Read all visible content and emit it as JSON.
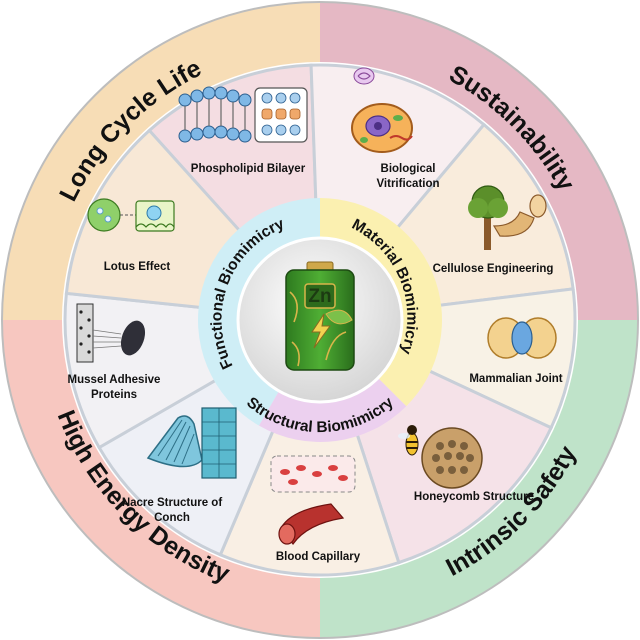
{
  "outer_ring": [
    {
      "label": "Long Cycle Life",
      "color": "#f7ddb6"
    },
    {
      "label": "Sustainability",
      "color": "#e5b8c4"
    },
    {
      "label": "Intrinsic Safety",
      "color": "#bfe3c9"
    },
    {
      "label": "High Energy Density",
      "color": "#f7c7c0"
    }
  ],
  "segments": [
    {
      "label": "Phospholipid Bilayer",
      "color": "#f4dde2"
    },
    {
      "label": "Biological Vitrification",
      "color": "#f8eef0"
    },
    {
      "label": "Cellulose Engineering",
      "color": "#f9ecdc"
    },
    {
      "label": "Mammalian Joint",
      "color": "#f8f2e6"
    },
    {
      "label": "Honeycomb Structure",
      "color": "#f5e2e8"
    },
    {
      "label": "Blood Capillary",
      "color": "#f9efe4"
    },
    {
      "label": "Nacre Structure of Conch",
      "color": "#eef0f6"
    },
    {
      "label": "Mussel Adhesive Proteins",
      "color": "#f2f1f4"
    },
    {
      "label": "Lotus Effect",
      "color": "#f8e8d6"
    }
  ],
  "inner_ring": [
    {
      "label": "Functional Biomimicry",
      "color": "#cfeef6"
    },
    {
      "label": "Material Biomimicry",
      "color": "#fbf0b0"
    },
    {
      "label": "Structural Biomimicry",
      "color": "#ecd0ef"
    }
  ],
  "battery": {
    "label": "Zn",
    "body_color": "#3f9a2c",
    "cap_color": "#cfa84a"
  },
  "icons": {
    "phospholipid": "phospholipid-bilayer-icon",
    "cell": "biological-cell-icon",
    "tree": "tree-wood-icon",
    "joint": "mammalian-joint-icon",
    "honeycomb": "honeycomb-wasp-icon",
    "capillary": "blood-capillary-icon",
    "conch": "conch-shell-icon",
    "mussel": "mussel-icon",
    "lotus": "lotus-droplet-icon"
  }
}
